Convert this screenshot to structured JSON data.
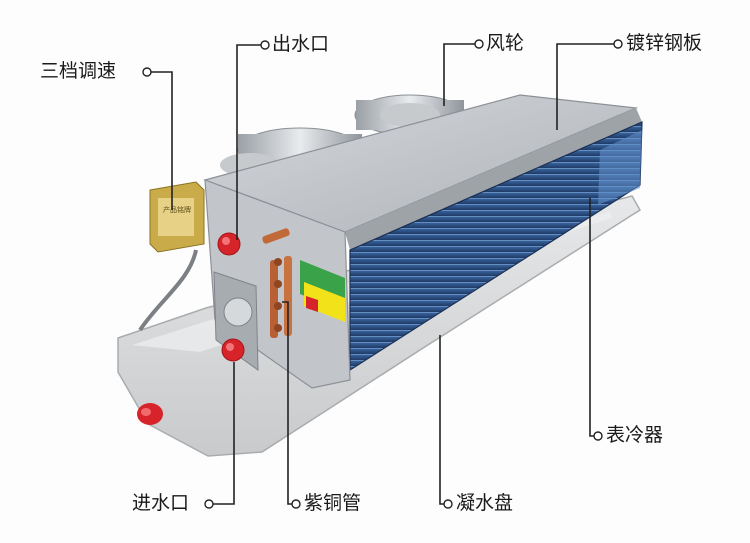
{
  "diagram": {
    "labels": {
      "speed_switch": "三档调速",
      "water_outlet": "出水口",
      "fan_wheel": "风轮",
      "galvanized_sheet": "镀锌钢板",
      "cooling_coil": "表冷器",
      "water_inlet": "进水口",
      "copper_pipe": "紫铜管",
      "drain_pan": "凝水盘"
    },
    "nameplate": {
      "heading": "产品铭牌"
    },
    "colors": {
      "leader_line": "#222222",
      "coil_blue": "#2a4f86",
      "casing_silver": "#c9ccd0",
      "drain_pan": "#d9dbdc",
      "valve_red": "#d7232a",
      "warning_yellow": "#f2e21a",
      "label_green": "#3aa34a"
    }
  }
}
